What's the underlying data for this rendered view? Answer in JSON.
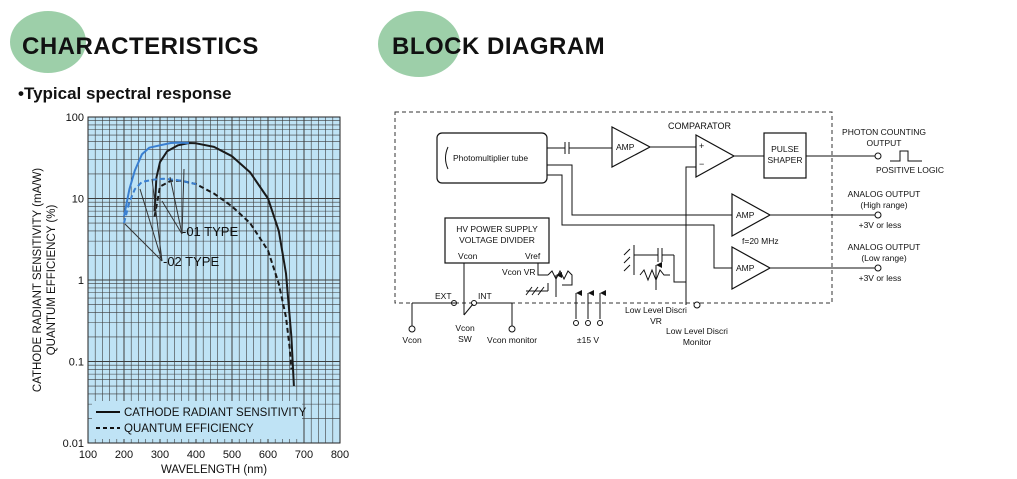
{
  "left_section": {
    "heading": "CHARACTERISTICS",
    "subheading_bullet": "•",
    "subheading": "Typical spectral response"
  },
  "right_section": {
    "heading": "BLOCK DIAGRAM"
  },
  "chart_data": {
    "type": "line",
    "title": "Typical spectral response",
    "xlabel": "WAVELENGTH (nm)",
    "ylabel": [
      "CATHODE RADIANT SENSITIVITY (mA/W)",
      "QUANTUM EFFICIENCY (%)"
    ],
    "xlim": [
      100,
      800
    ],
    "ylim": [
      0.01,
      100
    ],
    "yscale": "log",
    "grid": true,
    "background_color": "#bfe3f5",
    "x_ticks": [
      "100",
      "200",
      "300",
      "400",
      "500",
      "600",
      "700",
      "800"
    ],
    "y_ticks": [
      {
        "value": 100,
        "label": "100"
      },
      {
        "value": 10,
        "label": "10"
      },
      {
        "value": 1,
        "label": "1"
      },
      {
        "value": 0.1,
        "label": "0.1"
      },
      {
        "value": 0.01,
        "label": "0.01"
      }
    ],
    "legend": {
      "placement": "bottom-left",
      "entries": [
        {
          "label": "CATHODE RADIANT SENSITIVITY",
          "style": "solid"
        },
        {
          "label": "QUANTUM EFFICIENCY",
          "style": "dashed"
        }
      ]
    },
    "annotations": [
      {
        "label": "-01 TYPE",
        "color": "#111111"
      },
      {
        "label": "-02 TYPE",
        "color": "#111111"
      }
    ],
    "series": [
      {
        "group": "-01 TYPE",
        "style": "solid",
        "color": "#1a1a1a",
        "points": [
          [
            285,
            7
          ],
          [
            290,
            18
          ],
          [
            300,
            28
          ],
          [
            320,
            38
          ],
          [
            350,
            45
          ],
          [
            380,
            48
          ],
          [
            400,
            47.5
          ],
          [
            450,
            43
          ],
          [
            500,
            33
          ],
          [
            550,
            21
          ],
          [
            600,
            10
          ],
          [
            630,
            4
          ],
          [
            650,
            1.2
          ],
          [
            665,
            0.2
          ],
          [
            672,
            0.05
          ]
        ]
      },
      {
        "group": "-01 TYPE",
        "style": "dashed",
        "color": "#1a1a1a",
        "points": [
          [
            285,
            6
          ],
          [
            300,
            14
          ],
          [
            330,
            16.5
          ],
          [
            360,
            16.5
          ],
          [
            400,
            15
          ],
          [
            450,
            11.5
          ],
          [
            500,
            8
          ],
          [
            550,
            5
          ],
          [
            600,
            2.3
          ],
          [
            630,
            0.9
          ],
          [
            650,
            0.35
          ],
          [
            660,
            0.15
          ],
          [
            665,
            0.08
          ]
        ]
      },
      {
        "group": "-02 TYPE",
        "style": "solid",
        "color": "#3a7fd0",
        "points": [
          [
            200,
            6
          ],
          [
            215,
            13
          ],
          [
            230,
            22
          ],
          [
            250,
            35
          ],
          [
            270,
            42
          ],
          [
            300,
            45
          ],
          [
            330,
            48
          ],
          [
            350,
            48.5
          ],
          [
            380,
            48
          ]
        ]
      },
      {
        "group": "-02 TYPE",
        "style": "dashed",
        "color": "#3a7fd0",
        "points": [
          [
            200,
            5
          ],
          [
            215,
            9
          ],
          [
            230,
            13
          ],
          [
            250,
            16
          ],
          [
            280,
            17
          ],
          [
            310,
            17.5
          ],
          [
            340,
            17
          ],
          [
            360,
            16.5
          ],
          [
            400,
            15
          ]
        ]
      }
    ]
  },
  "block_diagram": {
    "pmt_label": "Photomultiplier tube",
    "amp_label": "AMP",
    "comparator_label": "COMPARATOR",
    "comp_plus": "+",
    "comp_minus": "−",
    "pulse_shaper_lines": [
      "PULSE",
      "SHAPER"
    ],
    "photon_output_lines": [
      "PHOTON COUNTING",
      "OUTPUT"
    ],
    "positive_logic": "POSITIVE LOGIC",
    "analog_high_lines": [
      "ANALOG OUTPUT",
      "(High range)",
      "+3V or less"
    ],
    "analog_low_lines": [
      "ANALOG OUTPUT",
      "(Low range)",
      "+3V or less"
    ],
    "freq_label": "f=20 MHz",
    "hv_lines": [
      "HV POWER SUPPLY",
      "VOLTAGE DIVIDER"
    ],
    "vcon_label": "Vcon",
    "vref_label": "Vref",
    "vcon_vr_label": "Vcon VR",
    "ext_label": "EXT",
    "int_label": "INT",
    "vcon_terminal": "Vcon",
    "vcon_sw_lines": [
      "Vcon",
      "SW"
    ],
    "vcon_monitor": "Vcon monitor",
    "supply_label": "±15 V",
    "discri_vr_lines": [
      "Low Level Discri",
      "VR"
    ],
    "discri_monitor_lines": [
      "Low Level Discri",
      "Monitor"
    ]
  }
}
